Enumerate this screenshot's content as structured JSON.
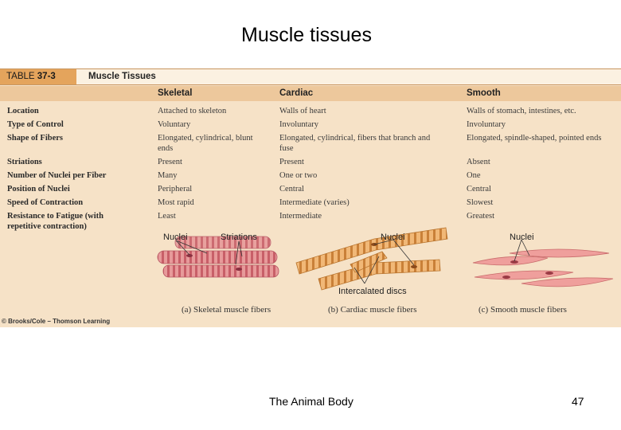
{
  "slide_title": "Muscle tissues",
  "table": {
    "number_prefix": "TABLE",
    "number": "37-3",
    "name": "Muscle Tissues",
    "columns": [
      "Skeletal",
      "Cardiac",
      "Smooth"
    ],
    "rows": [
      {
        "label": "Location",
        "skeletal": "Attached to skeleton",
        "cardiac": "Walls of heart",
        "smooth": "Walls of stomach, intestines, etc."
      },
      {
        "label": "Type of Control",
        "skeletal": "Voluntary",
        "cardiac": "Involuntary",
        "smooth": "Involuntary"
      },
      {
        "label": "Shape of Fibers",
        "skeletal": "Elongated, cylindrical, blunt ends",
        "cardiac": "Elongated, cylindrical, fibers that branch and fuse",
        "smooth": "Elongated, spindle-shaped, pointed ends"
      },
      {
        "label": "Striations",
        "skeletal": "Present",
        "cardiac": "Present",
        "smooth": "Absent"
      },
      {
        "label": "Number of Nuclei per Fiber",
        "skeletal": "Many",
        "cardiac": "One or two",
        "smooth": "One"
      },
      {
        "label": "Position of Nuclei",
        "skeletal": "Peripheral",
        "cardiac": "Central",
        "smooth": "Central"
      },
      {
        "label": "Speed of Contraction",
        "skeletal": "Most rapid",
        "cardiac": "Intermediate (varies)",
        "smooth": "Slowest"
      },
      {
        "label": "Resistance to Fatigue (with repetitive contraction)",
        "skeletal": "Least",
        "cardiac": "Intermediate",
        "smooth": "Greatest"
      }
    ]
  },
  "figure": {
    "skeletal_labels": {
      "nuclei": "Nuclei",
      "striations": "Striations"
    },
    "cardiac_labels": {
      "nuclei": "Nuclei",
      "discs": "Intercalated discs"
    },
    "smooth_labels": {
      "nuclei": "Nuclei"
    },
    "captions": [
      "(a)  Skeletal muscle fibers",
      "(b)  Cardiac muscle fibers",
      "(c)  Smooth muscle fibers"
    ]
  },
  "credit": "© Brooks/Cole – Thomson Learning",
  "footer": {
    "text": "The Animal Body",
    "page": "47"
  },
  "colors": {
    "panel": "#f6e2c7",
    "header_band": "#edc89c",
    "table_tag": "#e4a45c"
  }
}
